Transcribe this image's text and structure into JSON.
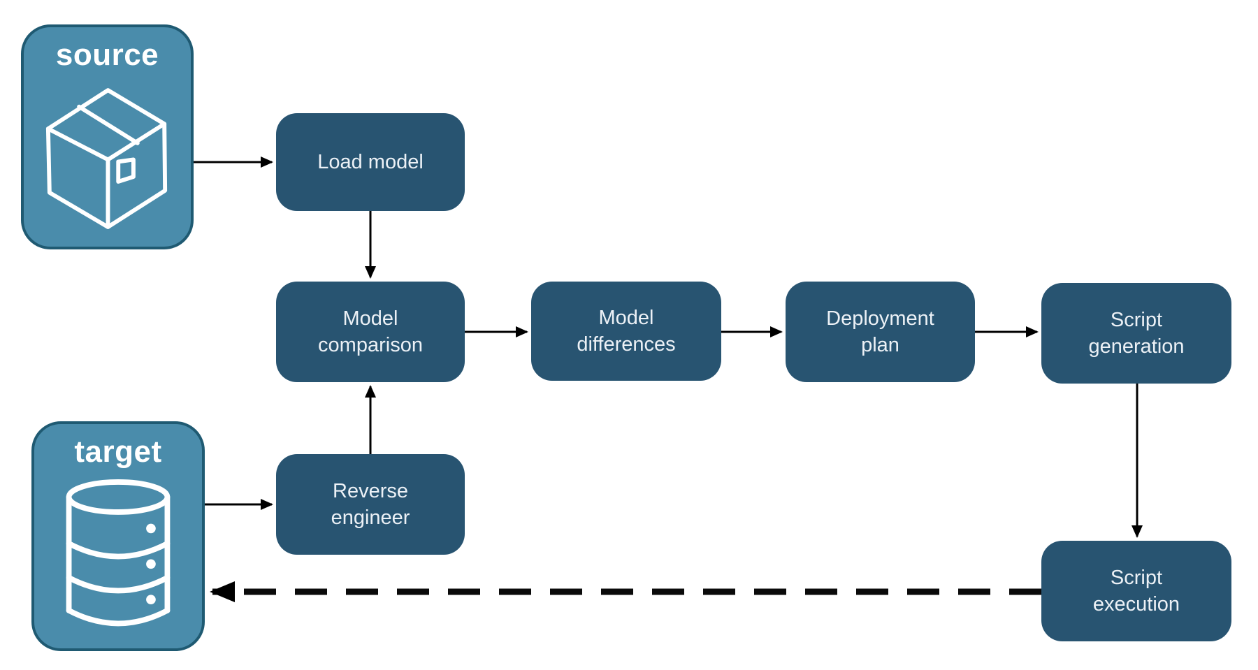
{
  "diagram": {
    "endpoints": [
      {
        "id": "source",
        "label": "source",
        "icon": "package-icon"
      },
      {
        "id": "target",
        "label": "target",
        "icon": "database-icon"
      }
    ],
    "steps": [
      {
        "id": "load-model",
        "label": "Load model"
      },
      {
        "id": "model-comparison",
        "label": "Model comparison"
      },
      {
        "id": "model-differences",
        "label": "Model differences"
      },
      {
        "id": "deployment-plan",
        "label": "Deployment plan"
      },
      {
        "id": "script-generation",
        "label": "Script generation"
      },
      {
        "id": "reverse-engineer",
        "label": "Reverse engineer"
      },
      {
        "id": "script-execution",
        "label": "Script execution"
      }
    ],
    "edges": [
      {
        "from": "source",
        "to": "load-model",
        "style": "solid"
      },
      {
        "from": "load-model",
        "to": "model-comparison",
        "style": "solid"
      },
      {
        "from": "model-comparison",
        "to": "model-differences",
        "style": "solid"
      },
      {
        "from": "model-differences",
        "to": "deployment-plan",
        "style": "solid"
      },
      {
        "from": "deployment-plan",
        "to": "script-generation",
        "style": "solid"
      },
      {
        "from": "script-generation",
        "to": "script-execution",
        "style": "solid"
      },
      {
        "from": "target",
        "to": "reverse-engineer",
        "style": "solid"
      },
      {
        "from": "reverse-engineer",
        "to": "model-comparison",
        "style": "solid"
      },
      {
        "from": "script-execution",
        "to": "target",
        "style": "dashed"
      }
    ],
    "colors": {
      "endpoint_fill": "#4A8CAB",
      "endpoint_border": "#1F5A72",
      "endpoint_text": "#FFFFFF",
      "node_fill": "#285471",
      "node_text": "#ECF1F6",
      "arrow": "#000000",
      "background": "#FFFFFF"
    }
  }
}
